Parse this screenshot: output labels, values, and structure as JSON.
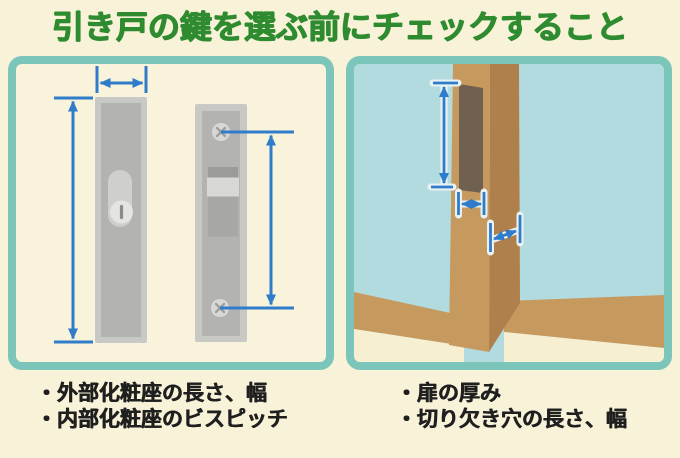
{
  "title": "引き戸の鍵を選ぶ前にチェックすること",
  "checklist_left": {
    "items": [
      "・外部化粧座の長さ、幅",
      "・内部化粧座のビスピッチ"
    ]
  },
  "checklist_right": {
    "items": [
      "・扉の厚み",
      "・切り欠き穴の長さ、幅"
    ]
  },
  "icons": {
    "measure-arrow": "double-headed blue arrow with end ticks",
    "screw": "phillips screw head (circle with X)",
    "keyhole": "round cylinder face with vertical key slot"
  },
  "colors": {
    "page-bg": "#f7f2d8",
    "title-green": "#2e8b2f",
    "panel-border": "#7cc5ba",
    "panel-left-bg": "#f8f3da",
    "panel-right-bg": "#b2dbe0",
    "arrow-blue": "#2f7ccb",
    "halo": "#e9f2f0",
    "text-black": "#1f1f1f",
    "plate-outer": "#c8c8c5",
    "plate-inner": "#b3b3b1",
    "escutcheon": "#cfcfcc",
    "keyhole-face": "#e4e4e2",
    "keyhole-slot": "#8a8a88",
    "screw": "#d8d8d6",
    "screw-cross": "#9f9f9d",
    "thumb-top": "#9b9b99",
    "thumb-knob": "#d8d8d6",
    "thumb-bottom": "#a7a7a5",
    "door-front": "#c6995f",
    "door-side": "#b0804c",
    "cutout": "#6f6050",
    "baseboard": "#c6995f",
    "floor": "#f6efd2"
  }
}
